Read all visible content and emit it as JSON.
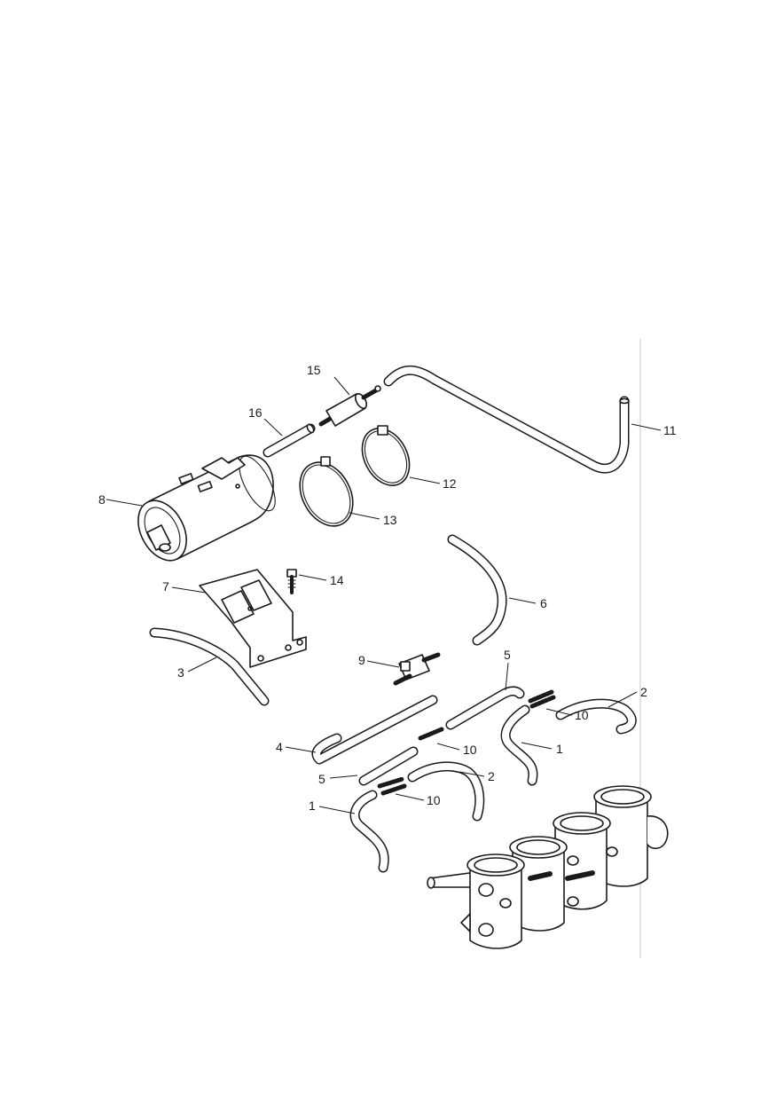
{
  "callouts": {
    "c1a": "1",
    "c1b": "1",
    "c2a": "2",
    "c2b": "2",
    "c3": "3",
    "c4": "4",
    "c5a": "5",
    "c5b": "5",
    "c6": "6",
    "c7": "7",
    "c8": "8",
    "c9": "9",
    "c10a": "10",
    "c10b": "10",
    "c10c": "10",
    "c11": "11",
    "c12": "12",
    "c13": "13",
    "c14": "14",
    "c15": "15",
    "c16": "16"
  }
}
